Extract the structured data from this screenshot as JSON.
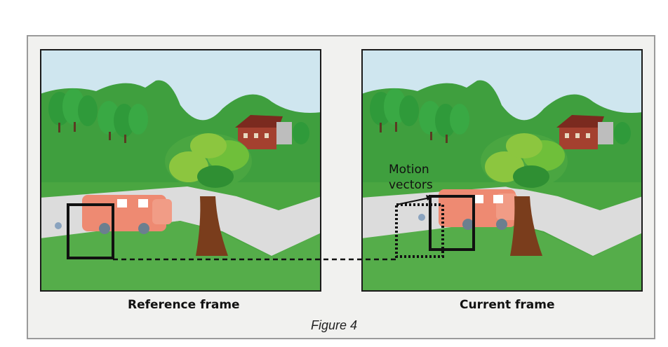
{
  "panels": {
    "left_label": "Reference frame",
    "right_label": "Current frame"
  },
  "annotation": {
    "line1": "Motion",
    "line2": "vectors"
  },
  "caption": "Figure 4",
  "colors": {
    "sky": "#cfe6ef",
    "hill": "#3f9f3e",
    "grass": "#55ad4a",
    "road": "#dedede",
    "van": "#ee8a72",
    "trunk": "#7a3d1c",
    "foliage": "#8cc63f",
    "house": "#a4402f",
    "border": "#1b1b1b"
  },
  "icons": [
    "tree-icon",
    "house-icon",
    "van-icon",
    "block-box-icon"
  ]
}
